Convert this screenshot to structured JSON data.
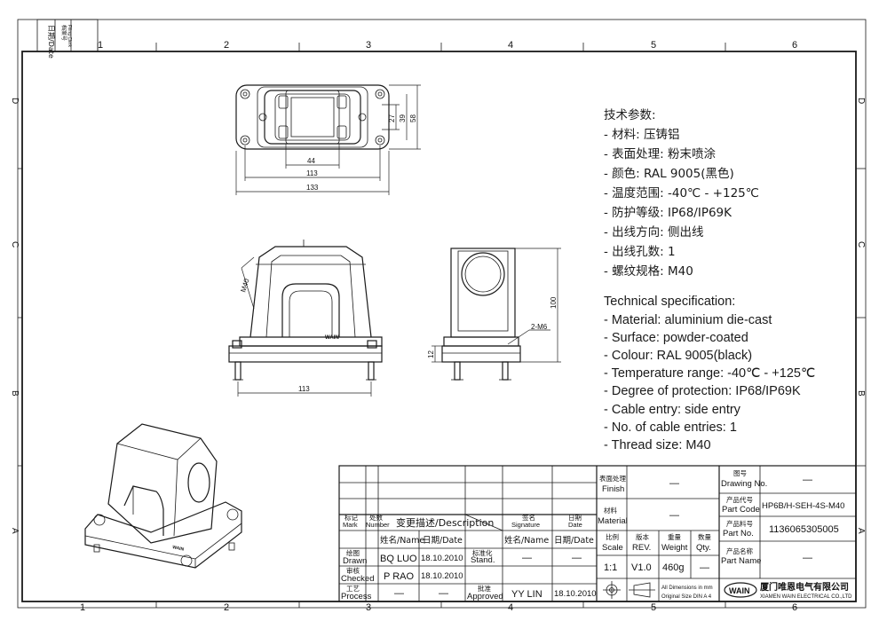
{
  "frame": {
    "columns": [
      "1",
      "2",
      "3",
      "4",
      "5",
      "6"
    ],
    "rows": [
      "D",
      "C",
      "B",
      "A"
    ],
    "corner_date": "日期/Date",
    "corner_filing": "档案号",
    "corner_filing_en": "Filing Clerk"
  },
  "views": {
    "top": {
      "dims": [
        "44",
        "113",
        "133",
        "27",
        "39",
        "58"
      ]
    },
    "front": {
      "dims": [
        "M40",
        "113"
      ],
      "brand": "WAIN"
    },
    "side": {
      "dims": [
        "100",
        "12",
        "2-M6"
      ]
    },
    "iso": {
      "brand": "WAIN"
    }
  },
  "spec_cn": {
    "title": "技术参数:",
    "lines": [
      "- 材料: 压铸铝",
      "- 表面处理: 粉末喷涂",
      "- 颜色: RAL 9005(黑色)",
      "- 温度范围: -40℃ - +125℃",
      "- 防护等级: IP68/IP69K",
      "- 出线方向: 侧出线",
      "- 出线孔数: 1",
      "- 螺纹规格: M40"
    ]
  },
  "spec_en": {
    "title": "Technical specification:",
    "lines": [
      "- Material: aluminium die-cast",
      "- Surface: powder-coated",
      "- Colour: RAL 9005(black)",
      "- Temperature range: -40℃ - +125℃",
      "- Degree of protection: IP68/IP69K",
      "- Cable entry: side entry",
      "- No. of cable entries: 1",
      "- Thread size: M40"
    ]
  },
  "title_block": {
    "mark_cn": "标记",
    "mark_en": "Mark",
    "number_cn": "处数",
    "number_en": "Number",
    "desc": "变更描述/Description",
    "sig_cn": "签名",
    "sig_en": "Signature",
    "date_cn": "日期",
    "date_en": "Date",
    "name_date_1": "姓名/Name",
    "name_date_2": "日期/Date",
    "name_date_3": "姓名/Name",
    "name_date_4": "日期/Date",
    "drawn_cn": "绘图",
    "drawn_en": "Drawn",
    "drawn_name": "BQ LUO",
    "drawn_date": "18.10.2010",
    "checked_cn": "审核",
    "checked_en": "Checked",
    "checked_name": "P RAO",
    "checked_date": "18.10.2010",
    "process_cn": "工艺",
    "process_en": "Process",
    "process_name": "—",
    "process_date": "—",
    "stand_cn": "标准化",
    "stand_en": "Stand.",
    "stand_name": "—",
    "stand_date": "—",
    "approved_cn": "批准",
    "approved_en": "Approved",
    "approved_name": "YY LIN",
    "approved_date": "18.10.2010",
    "finish_cn": "表面处理",
    "finish_en": "Finish",
    "finish_val": "—",
    "material_cn": "材料",
    "material_en": "Material",
    "material_val": "—",
    "scale_cn": "比例",
    "scale_en": "Scale",
    "scale_val": "1:1",
    "rev_cn": "版本",
    "rev_en": "REV.",
    "rev_val": "V1.0",
    "weight_cn": "重量",
    "weight_en": "Weight",
    "weight_val": "460g",
    "qty_cn": "数量",
    "qty_en": "Qty.",
    "qty_val": "—",
    "dims_note": "All Dimensions in mm",
    "size_note": "Original Size DIN A 4",
    "drawing_no_cn": "图号",
    "drawing_no_en": "Drawing No.",
    "drawing_no_val": "—",
    "part_code_cn": "产品代号",
    "part_code_en": "Part Code",
    "part_code_val": "HP6B/H-SEH-4S-M40",
    "part_no_cn": "产品料号",
    "part_no_en": "Part No.",
    "part_no_val": "1136065305005",
    "part_name_cn": "产品名称",
    "part_name_en": "Part Name",
    "part_name_val": "—",
    "logo": "WAIN",
    "company_cn": "厦门唯恩电气有限公司",
    "company_en": "XIAMEN WAIN ELECTRICAL CO.,LTD"
  }
}
